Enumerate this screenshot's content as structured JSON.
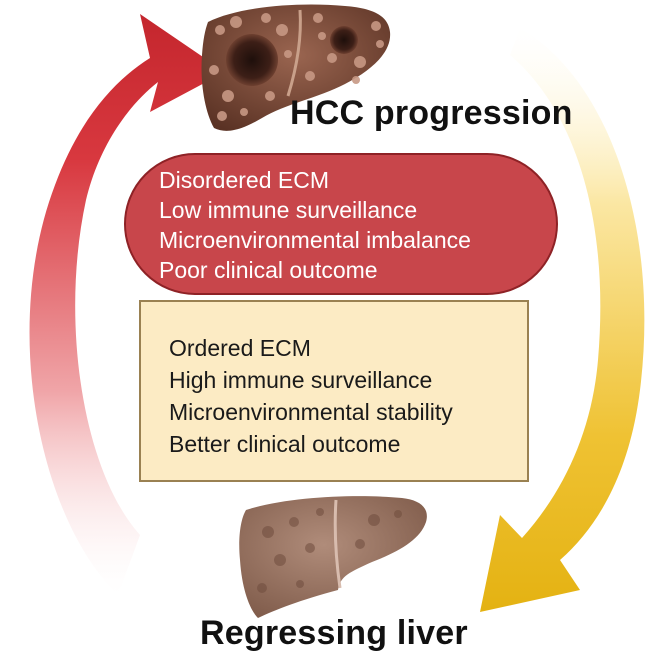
{
  "hcc_progression": {
    "title": "HCC progression",
    "features": [
      "Disordered ECM",
      "Low immune surveillance",
      "Microenvironmental imbalance",
      "Poor clinical outcome"
    ]
  },
  "regressing_liver": {
    "title": "Regressing liver",
    "features": [
      "Ordered ECM",
      "High immune surveillance",
      "Microenvironmental stability",
      "Better clinical outcome"
    ]
  },
  "colors": {
    "progression_arrow": "#d0343b",
    "regression_arrow": "#e8b81e",
    "hcc_box_fill": "#c8464b",
    "regress_box_fill": "#fcebc4",
    "diseased_liver": "#7d4a37",
    "healthy_liver": "#9a7564"
  },
  "icons": {
    "diseased_liver": "tumorous-liver-icon",
    "healthy_liver": "liver-icon"
  }
}
